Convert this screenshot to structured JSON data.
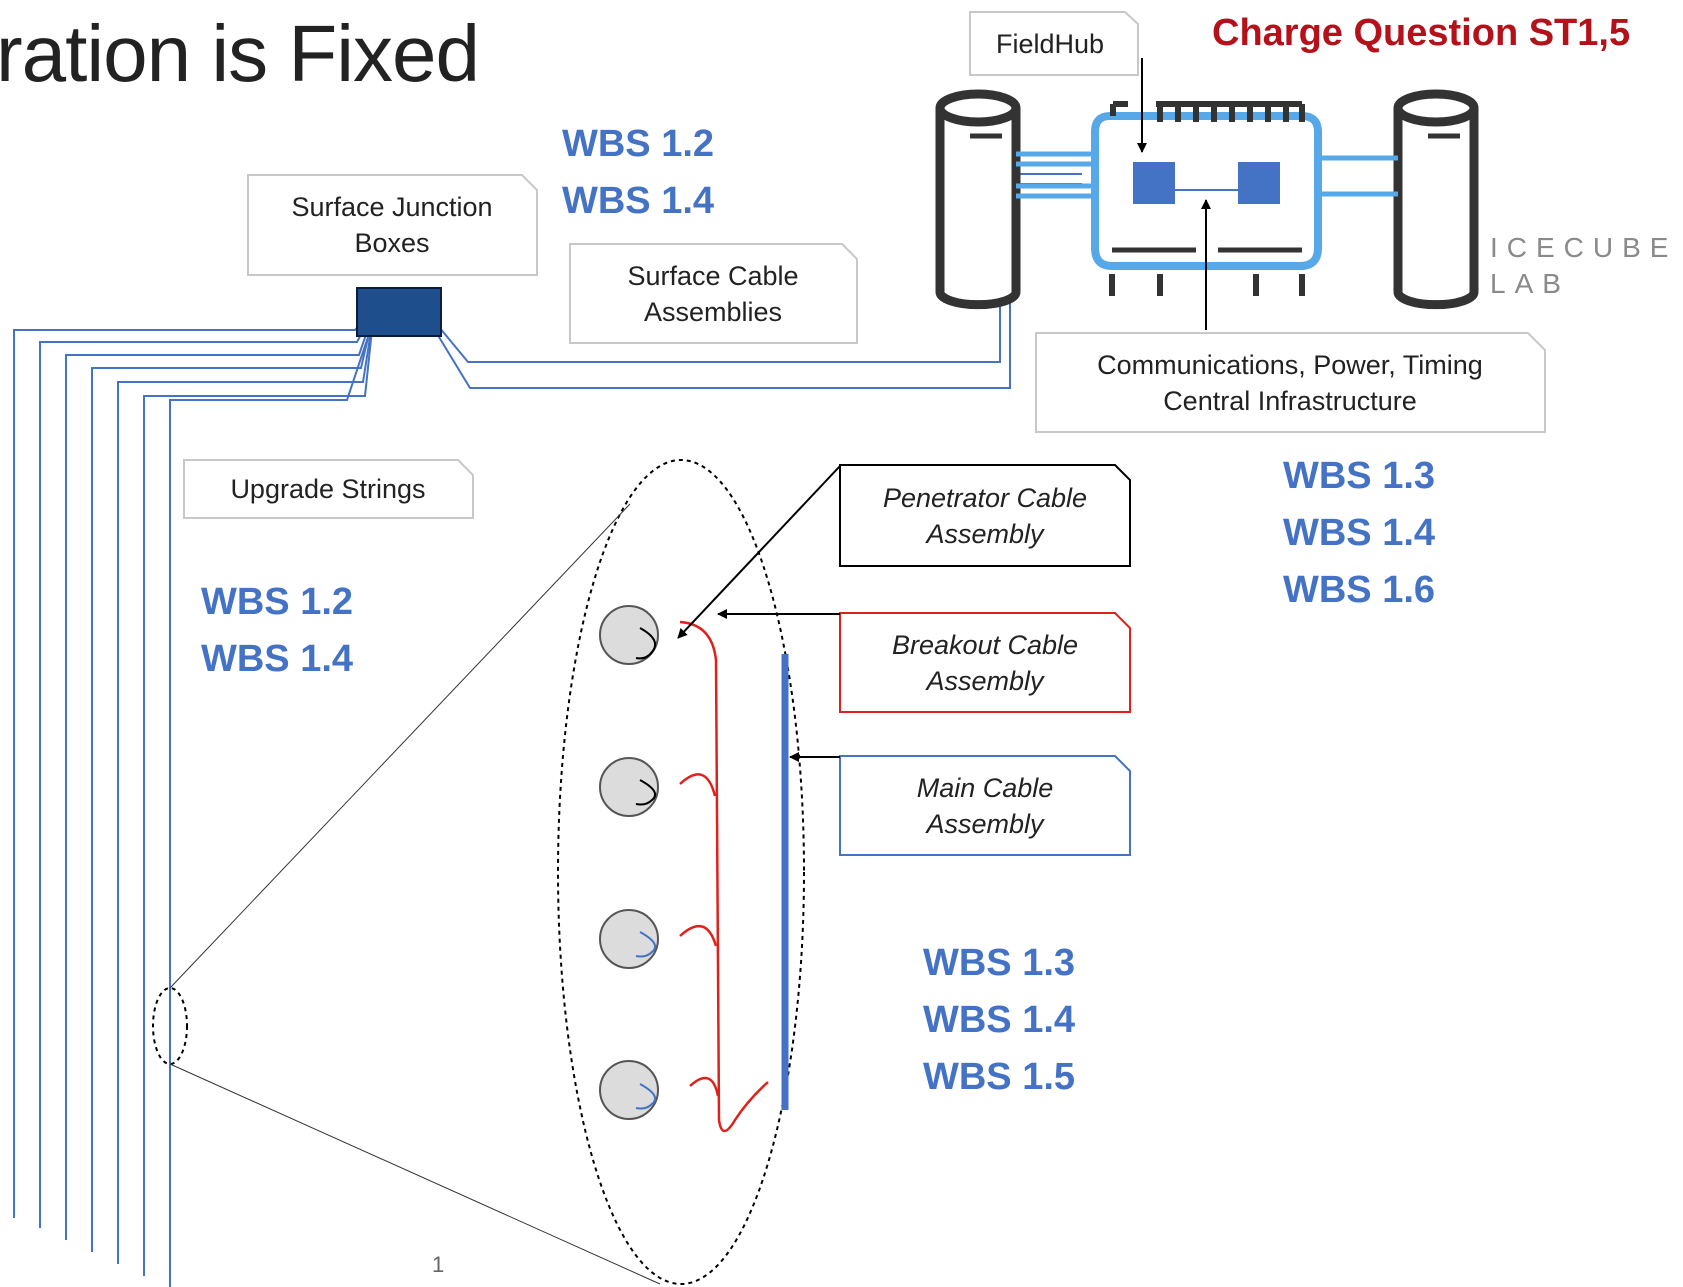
{
  "title": "ration is Fixed",
  "charge_question": "Charge Question ST1,5",
  "labels": {
    "fieldhub": "FieldHub",
    "surface_junction_boxes": "Surface Junction\nBoxes",
    "surface_cable_assemblies": "Surface Cable\nAssemblies",
    "communications": "Communications, Power, Timing\nCentral Infrastructure",
    "upgrade_strings": "Upgrade Strings",
    "penetrator_cable": "Penetrator Cable\nAssembly",
    "breakout_cable": "Breakout Cable\nAssembly",
    "main_cable": "Main Cable\nAssembly"
  },
  "icecube_lab": {
    "line1": "ICECUBE",
    "line2": "LAB"
  },
  "wbs_groups": {
    "surface": [
      "WBS 1.2",
      "WBS 1.4"
    ],
    "central": [
      "WBS 1.3",
      "WBS 1.4",
      "WBS 1.6"
    ],
    "strings": [
      "WBS 1.2",
      "WBS 1.4"
    ],
    "cables": [
      "WBS 1.3",
      "WBS 1.4",
      "WBS 1.5"
    ]
  },
  "page_number": "1",
  "colors": {
    "wbs_blue": "#4472c4",
    "charge_red": "#b3121b",
    "cable_blue": "#4472c4",
    "breakout_red": "#e0201b",
    "junction_box": "#1f4e8c",
    "lab_cyan": "#56a8e8"
  }
}
